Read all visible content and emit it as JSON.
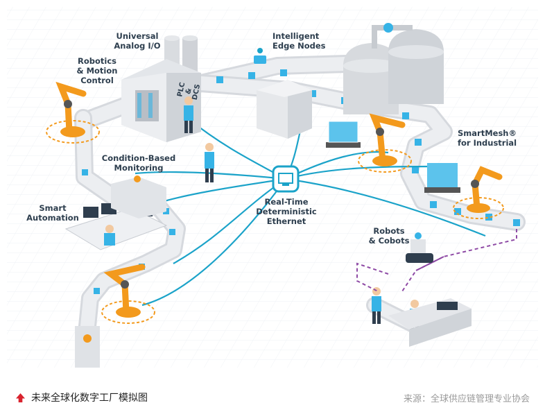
{
  "labels": {
    "universal_analog_io": [
      "Universal",
      "Analog I/O"
    ],
    "intelligent_edge_nodes": [
      "Intelligent",
      "Edge Nodes"
    ],
    "robotics_motion_control": [
      "Robotics",
      "& Motion",
      "Control"
    ],
    "plc_dcs": [
      "PLC",
      "&",
      "DCS"
    ],
    "smartmesh": [
      "SmartMesh®",
      "for Industrial"
    ],
    "condition_based_monitoring": [
      "Condition-Based",
      "Monitoring"
    ],
    "real_time_ethernet": [
      "Real-Time",
      "Deterministic",
      "Ethernet"
    ],
    "smart_automation": [
      "Smart",
      "Automation"
    ],
    "robots_cobots": [
      "Robots",
      "& Cobots"
    ]
  },
  "caption": {
    "title": "未来全球化数字工厂模拟图",
    "source": "来源：全球供应链管理专业协会"
  },
  "colors": {
    "network": "#1ba3c9",
    "hub": "#1ba3c9",
    "robot": "#f39a1d",
    "conveyor": "#e4e6ea",
    "box": "#36b3e6",
    "cobot_path": "#8e4aa5",
    "label": "#2d3e4e",
    "logo_red": "#d9232e"
  }
}
